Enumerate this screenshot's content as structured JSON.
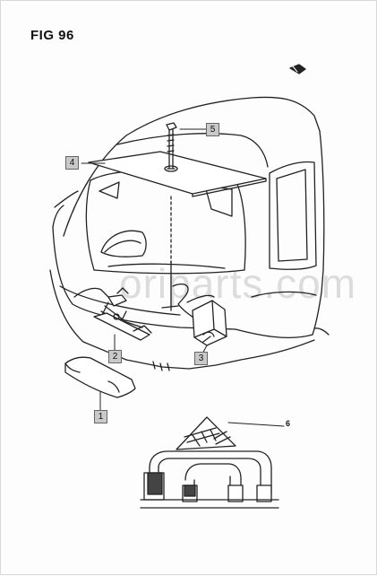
{
  "figure": {
    "title": "FIG 96"
  },
  "watermark": "oriparts.com",
  "callouts": {
    "c1": "1",
    "c2": "2",
    "c3": "3",
    "c4": "4",
    "c5": "5",
    "c6": "6"
  },
  "icons": {
    "direction_marker": "arrow-right-icon"
  }
}
